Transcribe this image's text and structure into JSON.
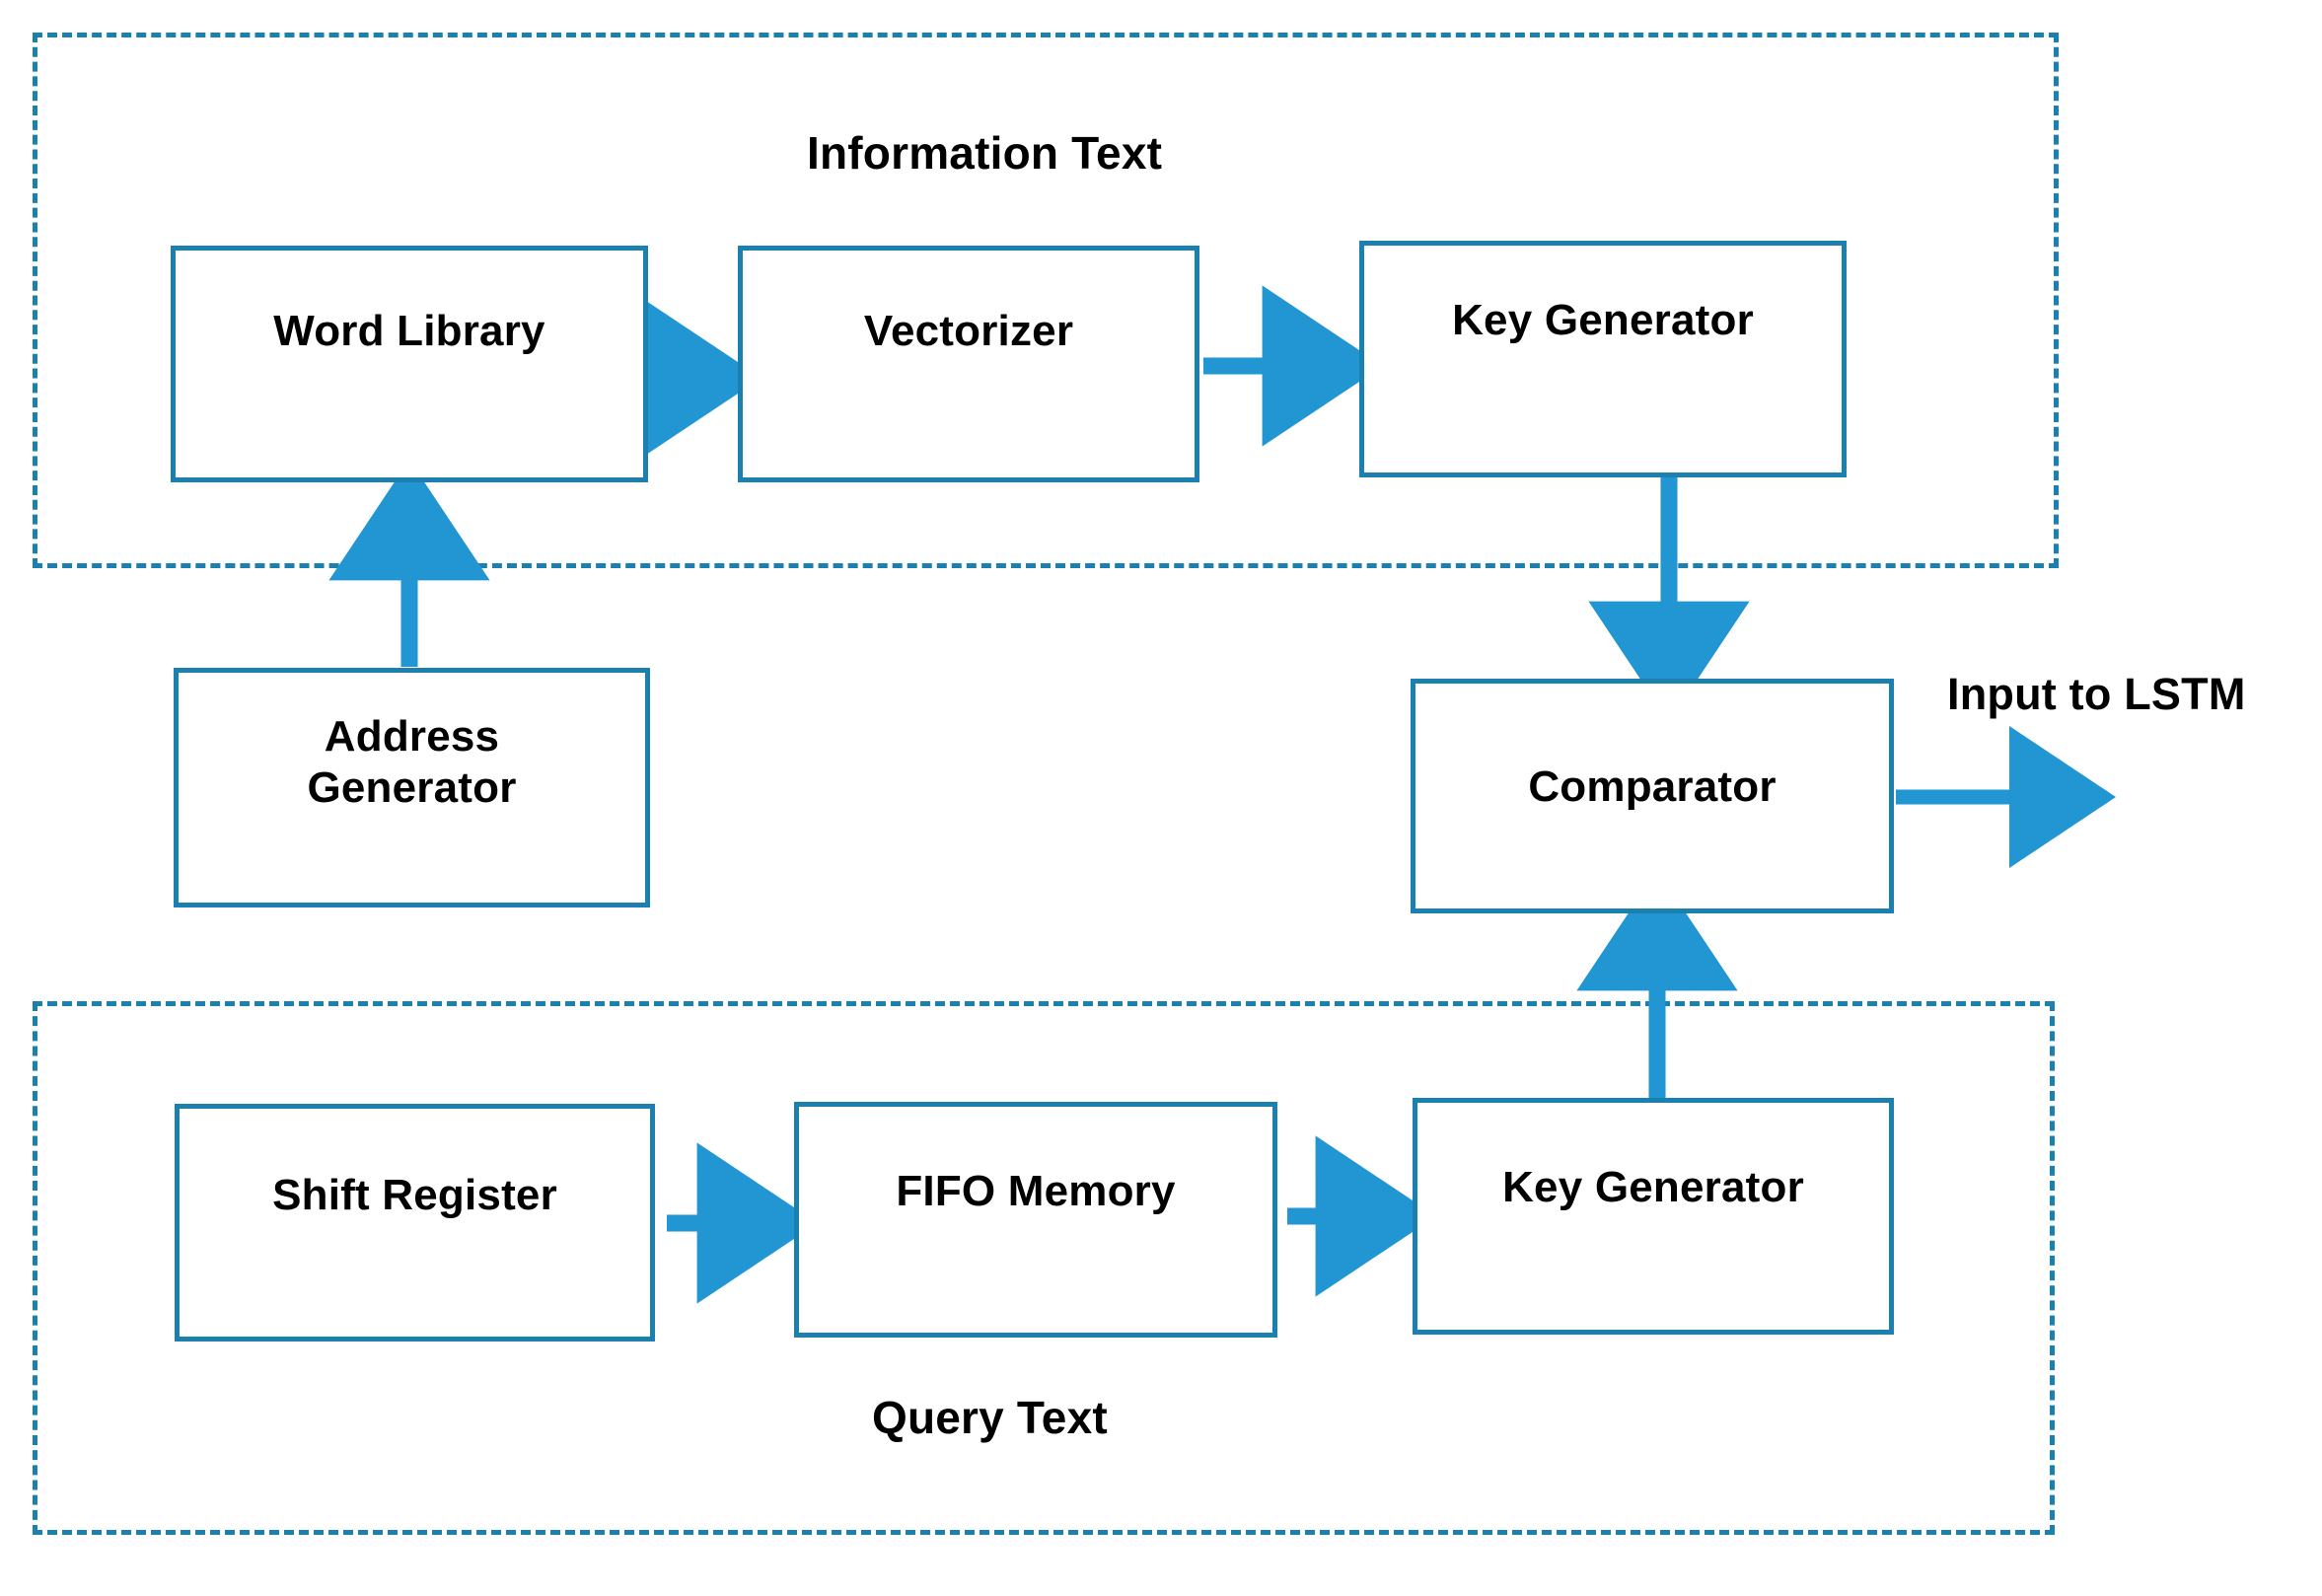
{
  "diagram": {
    "title_information": "Information Text",
    "title_query": "Query Text",
    "output_label": "Input to LSTM",
    "colors": {
      "border_blue": "#1b7fb0",
      "arrow_blue": "#2196d3",
      "text_black": "#000000",
      "background": "#ffffff"
    },
    "regions": [
      {
        "name": "information-text",
        "label": "Information Text",
        "style": "dashed"
      },
      {
        "name": "query-text",
        "label": "Query Text",
        "style": "dashed"
      }
    ],
    "blocks": [
      {
        "name": "word-library",
        "label": "Word Library",
        "region": "information-text"
      },
      {
        "name": "vectorizer",
        "label": "Vectorizer",
        "region": "information-text"
      },
      {
        "name": "key-generator-top",
        "label": "Key Generator",
        "region": "information-text"
      },
      {
        "name": "address-generator",
        "label": "Address\nGenerator",
        "region": "none"
      },
      {
        "name": "comparator",
        "label": "Comparator",
        "region": "none"
      },
      {
        "name": "shift-register",
        "label": "Shift Register",
        "region": "query-text"
      },
      {
        "name": "fifo-memory",
        "label": "FIFO Memory",
        "region": "query-text"
      },
      {
        "name": "key-generator-bottom",
        "label": "Key Generator",
        "region": "query-text"
      }
    ],
    "connections": [
      {
        "name": "word-library-to-vectorizer",
        "from": "word-library",
        "to": "vectorizer",
        "direction": "right"
      },
      {
        "name": "vectorizer-to-key-generator",
        "from": "vectorizer",
        "to": "key-generator-top",
        "direction": "right"
      },
      {
        "name": "address-generator-to-word-library",
        "from": "address-generator",
        "to": "word-library",
        "direction": "up"
      },
      {
        "name": "key-generator-top-to-comparator",
        "from": "key-generator-top",
        "to": "comparator",
        "direction": "down"
      },
      {
        "name": "key-generator-bottom-to-comparator",
        "from": "key-generator-bottom",
        "to": "comparator",
        "direction": "up"
      },
      {
        "name": "comparator-to-lstm",
        "from": "comparator",
        "to": "Input to LSTM",
        "direction": "right"
      },
      {
        "name": "shift-register-to-fifo-memory",
        "from": "shift-register",
        "to": "fifo-memory",
        "direction": "right"
      },
      {
        "name": "fifo-memory-to-key-generator",
        "from": "fifo-memory",
        "to": "key-generator-bottom",
        "direction": "right"
      }
    ]
  }
}
